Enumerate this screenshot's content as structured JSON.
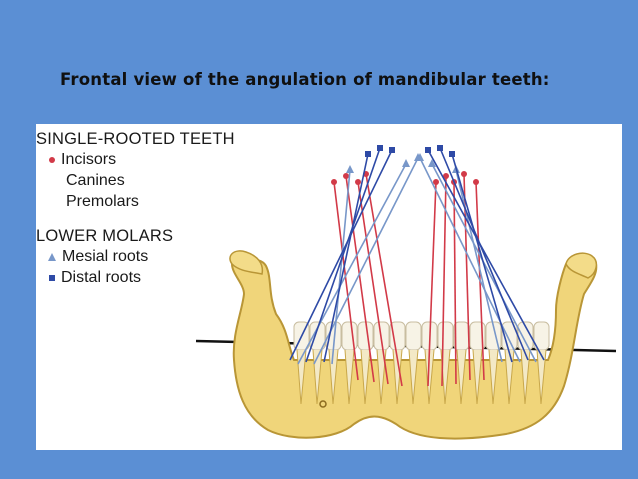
{
  "slide": {
    "title": "Frontal view of the angulation of mandibular teeth:"
  },
  "legend": {
    "single_rooted": {
      "title": "SINGLE-ROOTED TEETH",
      "items": [
        "Incisors",
        "Canines",
        "Premolars"
      ]
    },
    "lower_molars": {
      "title": "LOWER MOLARS",
      "items": [
        "Mesial roots",
        "Distal roots"
      ]
    }
  },
  "colors": {
    "background": "#5b8fd4",
    "single_rooted_axis": "#d23a48",
    "mesial_root_axis": "#7897c9",
    "distal_root_axis": "#2e4aa6",
    "bone": "#f0d57a"
  }
}
